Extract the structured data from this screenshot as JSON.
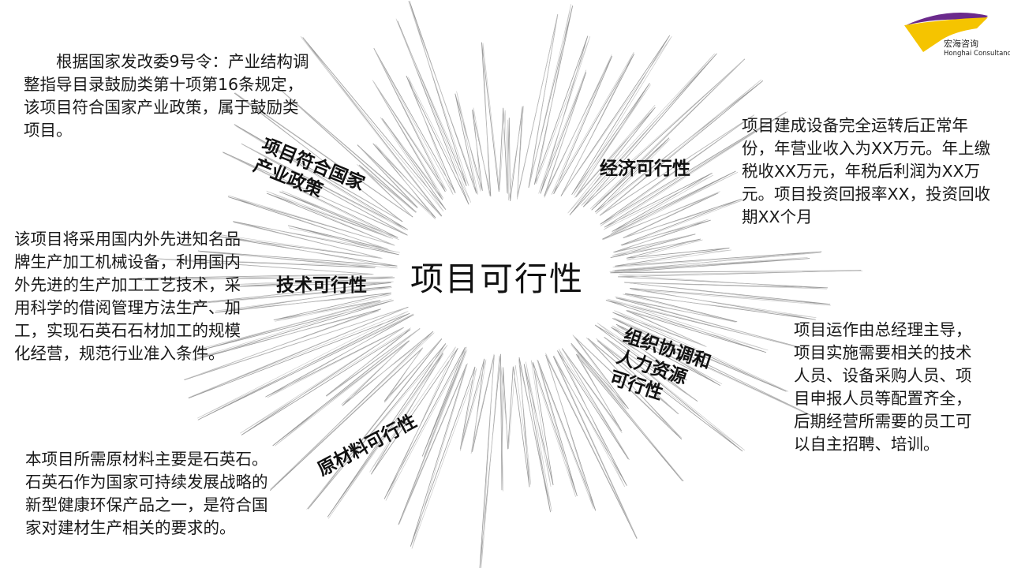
{
  "logo": {
    "name_cn": "宏海咨询",
    "name_en": "Honghai Consultancy"
  },
  "center_title": "项目可行性",
  "branches": {
    "policy": {
      "label": "项目符合国家\n产业政策",
      "text": "根据国家发改委9号令：产业结构调整指导目录鼓励类第十项第16条规定，该项目符合国家产业政策，属于鼓励类项目。"
    },
    "economic": {
      "label": "经济可行性",
      "text": "项目建成设备完全运转后正常年份，年营业收入为XX万元。年上缴税收XX万元，年税后利润为XX万元。项目投资回报率XX，投资回收期XX个月"
    },
    "technical": {
      "label": "技术可行性",
      "text": "该项目将采用国内外先进知名品牌生产加工机械设备，利用国内外先进的生产加工工艺技术，采用科学的借阅管理方法生产、加工，实现石英石石材加工的规模化经营，规范行业准入条件。"
    },
    "organization": {
      "label": "组织协调和\n人力资源\n可行性",
      "text": "项目运作由总经理主导，项目实施需要相关的技术人员、设备采购人员、项目申报人员等配置齐全，后期经营所需要的员工可以自主招聘、培训。"
    },
    "material": {
      "label": "原材料可行性",
      "text": "本项目所需原材料主要是石英石。石英石作为国家可持续发展战略的新型健康环保产品之一，是符合国家对建材生产相关的要求的。"
    }
  },
  "colors": {
    "logo_purple": "#6b2a8c",
    "logo_yellow": "#f5c400",
    "burst_stroke": "#9a9a9a"
  }
}
